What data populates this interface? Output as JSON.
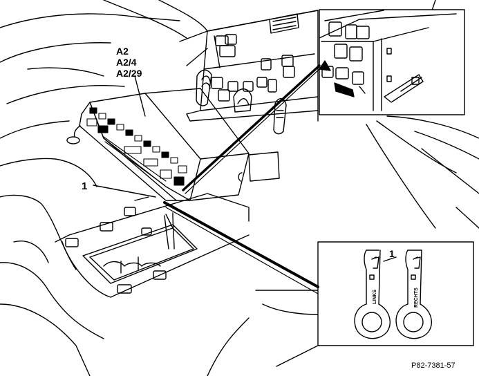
{
  "component_labels": [
    "A2",
    "A2/4",
    "A2/29"
  ],
  "callout_main": "1",
  "callout_inset": "1",
  "tool_left_text": "LINKS",
  "tool_right_text": "RECHTS",
  "figure_code": "P82-7381-57",
  "colors": {
    "line": "#000000",
    "background": "#ffffff"
  }
}
